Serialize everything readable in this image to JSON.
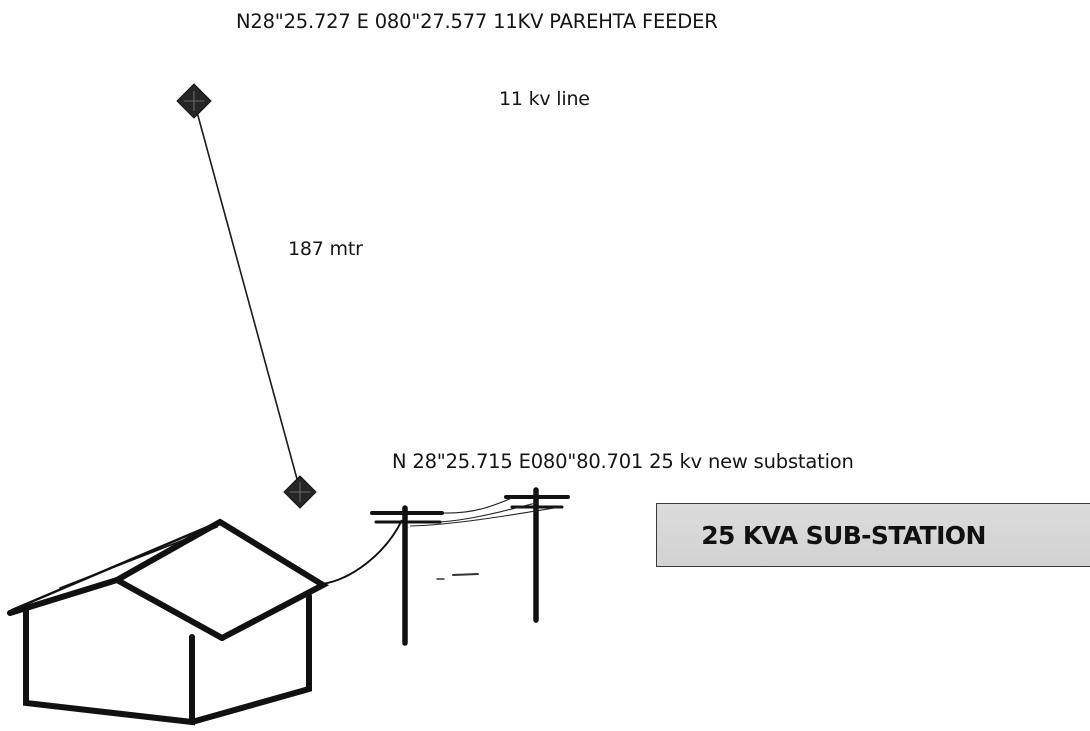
{
  "labels": {
    "feeder_coordinates": "N28\"25.727 E 080\"27.577 11KV PAREHTA FEEDER",
    "line_type": "11 kv line",
    "distance": "187 mtr",
    "substation_coordinates": "N 28\"25.715 E080\"80.701 25 kv new substation",
    "substation_box": "25 KVA SUB-STATION"
  },
  "colors": {
    "ink": "#151515",
    "box_fill": "#d6d6d6",
    "marker": "#2b2b2b"
  },
  "icons": {
    "start_marker": "diamond-marker-icon",
    "end_marker": "diamond-marker-icon",
    "house": "house-icon",
    "poles": "utility-pole-icon"
  }
}
